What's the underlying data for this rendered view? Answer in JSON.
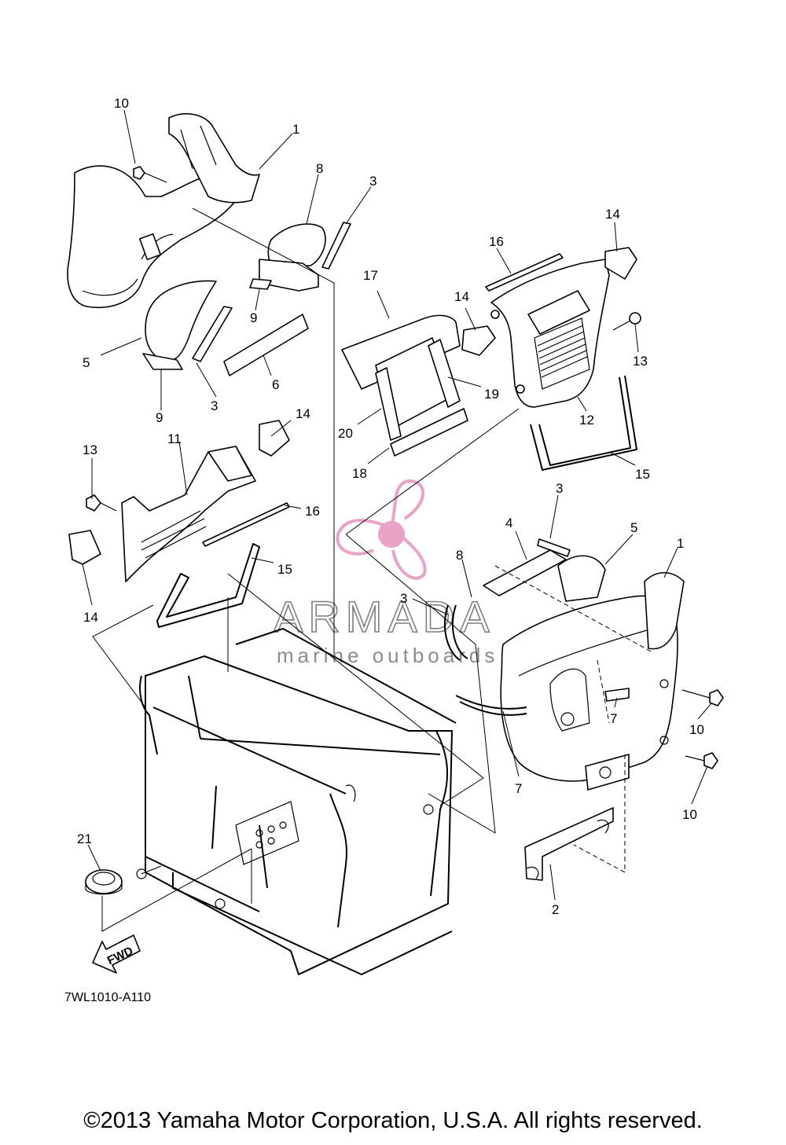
{
  "diagram_code": "7WL1010-A110",
  "copyright": "©2013 Yamaha Motor Corporation, U.S.A. All rights reserved.",
  "watermark": {
    "title": "ARMADA",
    "subtitle": "marine outboards",
    "logo_color": "#e8a3c6",
    "text_color": "#7f7f7f"
  },
  "fwd_label": "FWD",
  "callouts": [
    "10",
    "1",
    "8",
    "3",
    "9",
    "5",
    "9",
    "3",
    "6",
    "17",
    "14",
    "16",
    "14",
    "13",
    "12",
    "19",
    "20",
    "18",
    "15",
    "13",
    "11",
    "14",
    "16",
    "15",
    "14",
    "3",
    "4",
    "5",
    "1",
    "8",
    "3",
    "7",
    "10",
    "7",
    "10",
    "21",
    "2"
  ]
}
